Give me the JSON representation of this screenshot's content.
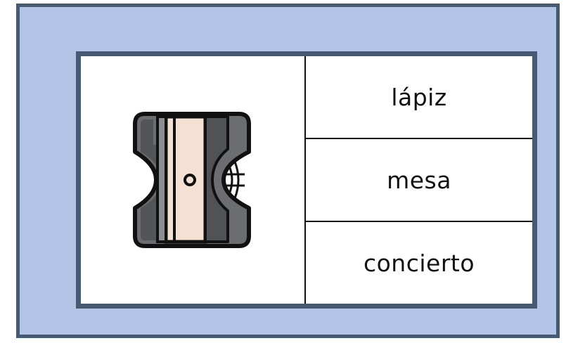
{
  "picture": {
    "icon": "pencil-sharpener-icon"
  },
  "options": [
    {
      "label": "lápiz"
    },
    {
      "label": "mesa"
    },
    {
      "label": "concierto"
    }
  ],
  "colors": {
    "frame_border": "#475a74",
    "frame_fill": "#b3c5e6",
    "card_fill": "#ffffff",
    "divider": "#111111",
    "sharpener_body": "#6b6d70",
    "sharpener_dark": "#3f4144",
    "blade": "#f4e1d4"
  }
}
